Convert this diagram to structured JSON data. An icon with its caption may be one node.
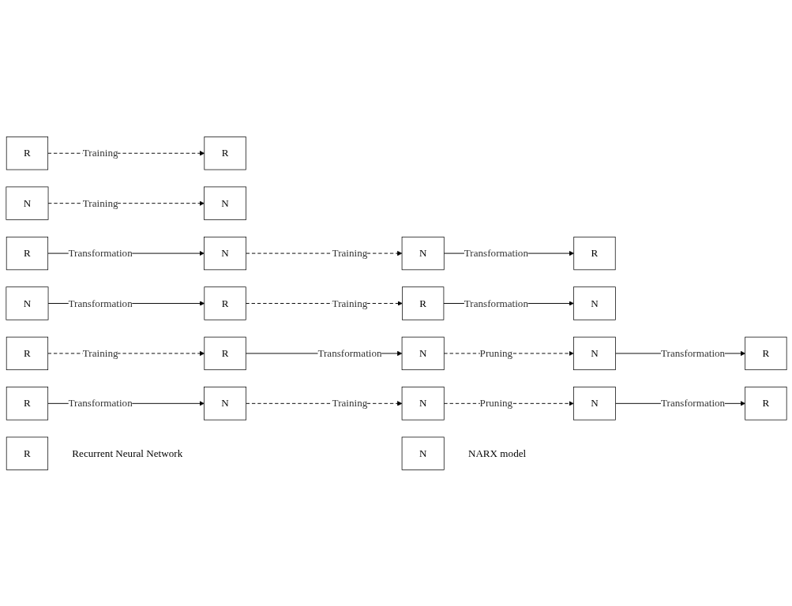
{
  "diagram": {
    "nodes": [
      {
        "text": [
          "R"
        ]
      },
      {
        "text": [
          "R"
        ]
      },
      {
        "text": [
          "N"
        ]
      },
      {
        "text": [
          "N"
        ]
      },
      {
        "text": [
          "R"
        ]
      },
      {
        "text": [
          "N"
        ]
      },
      {
        "text": [
          "N"
        ]
      },
      {
        "text": [
          "R"
        ]
      },
      {
        "text": [
          "N"
        ]
      },
      {
        "text": [
          "R"
        ]
      },
      {
        "text": [
          "R"
        ]
      },
      {
        "text": [
          "N"
        ]
      },
      {
        "text": [
          "R"
        ]
      },
      {
        "text": [
          "R"
        ]
      },
      {
        "text": [
          "N"
        ]
      },
      {
        "text": [
          "N"
        ]
      },
      {
        "text": [
          "R"
        ]
      },
      {
        "text": [
          "R"
        ]
      },
      {
        "text": [
          "N"
        ]
      },
      {
        "text": [
          "N"
        ]
      },
      {
        "text": [
          "N"
        ]
      },
      {
        "text": [
          "R"
        ]
      },
      {
        "text": [
          "R"
        ],
        "beside": [
          "Recurrent Neural Network"
        ]
      },
      {
        "text": [
          "N"
        ],
        "beside": [
          "NARX model"
        ]
      }
    ],
    "edges": [
      {
        "from": 0,
        "to": 1,
        "arrow": "to",
        "label": "Training",
        "style": "dashed"
      },
      {
        "from": 2,
        "to": 3,
        "arrow": "to",
        "label": "Training",
        "style": "dashed"
      },
      {
        "from": 4,
        "to": 5,
        "arrow": "to",
        "label": "Transformation"
      },
      {
        "from": 5,
        "to": 6,
        "arrow": "to",
        "label": "Training",
        "style": "dashed"
      },
      {
        "from": 6,
        "to": 7,
        "arrow": "to",
        "label": "Transformation"
      },
      {
        "from": 8,
        "to": 9,
        "arrow": "to",
        "label": "Transformation"
      },
      {
        "from": 9,
        "to": 10,
        "arrow": "to",
        "label": "Training",
        "style": "dashed"
      },
      {
        "from": 10,
        "to": 11,
        "arrow": "to",
        "label": "Transformation"
      },
      {
        "from": 12,
        "to": 13,
        "arrow": "to",
        "label": "Training",
        "style": "dashed"
      },
      {
        "from": 13,
        "to": 14,
        "arrow": "to",
        "label": "Transformation"
      },
      {
        "from": 14,
        "to": 15,
        "arrow": "to",
        "label": "Pruning",
        "style": "dashed"
      },
      {
        "from": 15,
        "to": 16,
        "arrow": "to",
        "label": "Transformation"
      },
      {
        "from": 17,
        "to": 18,
        "arrow": "to",
        "label": "Transformation"
      },
      {
        "from": 18,
        "to": 19,
        "arrow": "to",
        "label": "Training",
        "style": "dashed"
      },
      {
        "from": 19,
        "to": 20,
        "arrow": "to",
        "label": "Pruning",
        "style": "dashed"
      },
      {
        "from": 20,
        "to": 21,
        "arrow": "to",
        "label": "Transformation"
      }
    ]
  }
}
